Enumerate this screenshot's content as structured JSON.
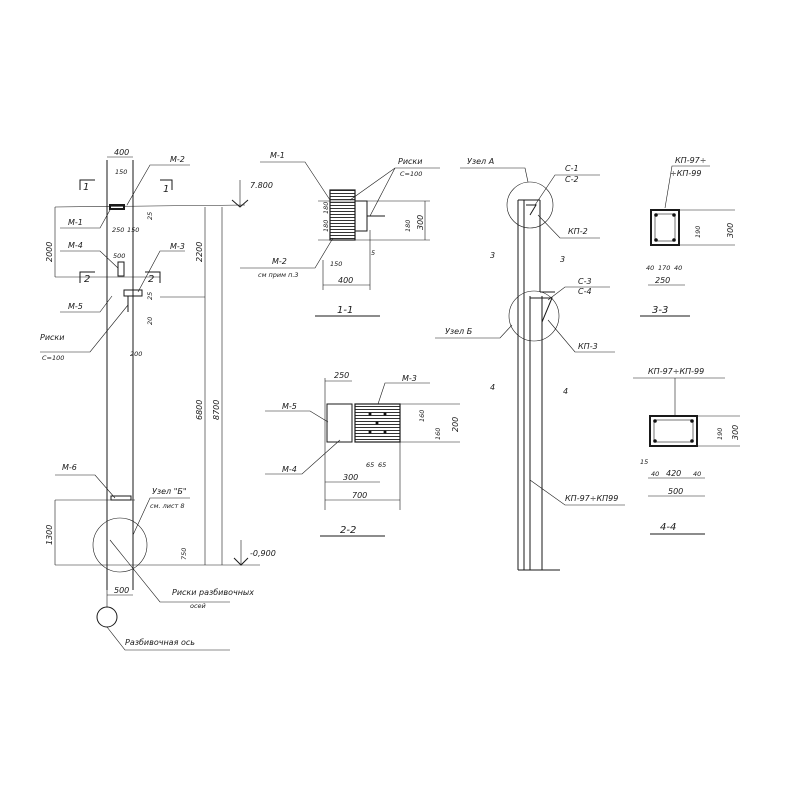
{
  "elevation": {
    "dim_top": "400",
    "dim_150": "150",
    "dim_2000": "2000",
    "dim_2200": "2200",
    "dim_6800": "6800",
    "dim_8700": "8700",
    "dim_250": "250",
    "dim_150b": "150",
    "dim_500": "500",
    "dim_200": "200",
    "dim_1300": "1300",
    "dim_750": "750",
    "dim_500b": "500",
    "dim_25a": "25",
    "dim_25b": "25",
    "dim_20": "20",
    "level_top": "7.800",
    "level_bottom": "-0,900",
    "sec_mark_1": "1",
    "sec_mark_2": "2",
    "m1": "М-1",
    "m2": "М-2",
    "m3": "М-3",
    "m4": "М-4",
    "m5": "М-5",
    "m6": "М-6",
    "risks": "Риски",
    "risks_step": "С=100",
    "node_b": "Узел \"Б\"",
    "node_b_ref": "см. лист 8",
    "axis_risks_1": "Риски разбивочных",
    "axis_risks_2": "осей",
    "axis": "Разбивочная ось"
  },
  "section_1_1": {
    "title": "1-1",
    "m1": "М-1",
    "m2": "М-2",
    "m2_note": "см прим п.3",
    "risks": "Риски",
    "risks_step": "С=100",
    "dim_400": "400",
    "dim_150": "150",
    "dim_300": "300",
    "dim_180a": "180",
    "dim_180b": "180",
    "dim_5": "5"
  },
  "section_2_2": {
    "title": "2-2",
    "m3": "М-3",
    "m4": "М-4",
    "m5": "М-5",
    "dim_250": "250",
    "dim_300": "300",
    "dim_700": "700",
    "dim_65a": "65",
    "dim_65b": "65",
    "dim_200": "200",
    "dim_160a": "160",
    "dim_160b": "160"
  },
  "frame": {
    "node_a": "Узел А",
    "node_b": "Узел Б",
    "c1": "С-1",
    "c2": "С-2",
    "c3": "С-3",
    "c4": "С-4",
    "kp2": "КП-2",
    "kp3": "КП-3",
    "kp97": "КП-97÷КП99",
    "cut3a": "3",
    "cut3b": "3",
    "cut4a": "4",
    "cut4b": "4"
  },
  "section_3_3": {
    "title": "3-3",
    "kp_1": "КП-97÷",
    "kp_2": "÷КП-99",
    "dim_40a": "40",
    "dim_170": "170",
    "dim_40b": "40",
    "dim_250": "250",
    "dim_300": "300",
    "dim_190": "190"
  },
  "section_4_4": {
    "title": "4-4",
    "kp": "КП-97÷КП-99",
    "dim_15": "15",
    "dim_420": "420",
    "dim_40a": "40",
    "dim_40b": "40",
    "dim_500": "500",
    "dim_300": "300",
    "dim_190": "190"
  }
}
